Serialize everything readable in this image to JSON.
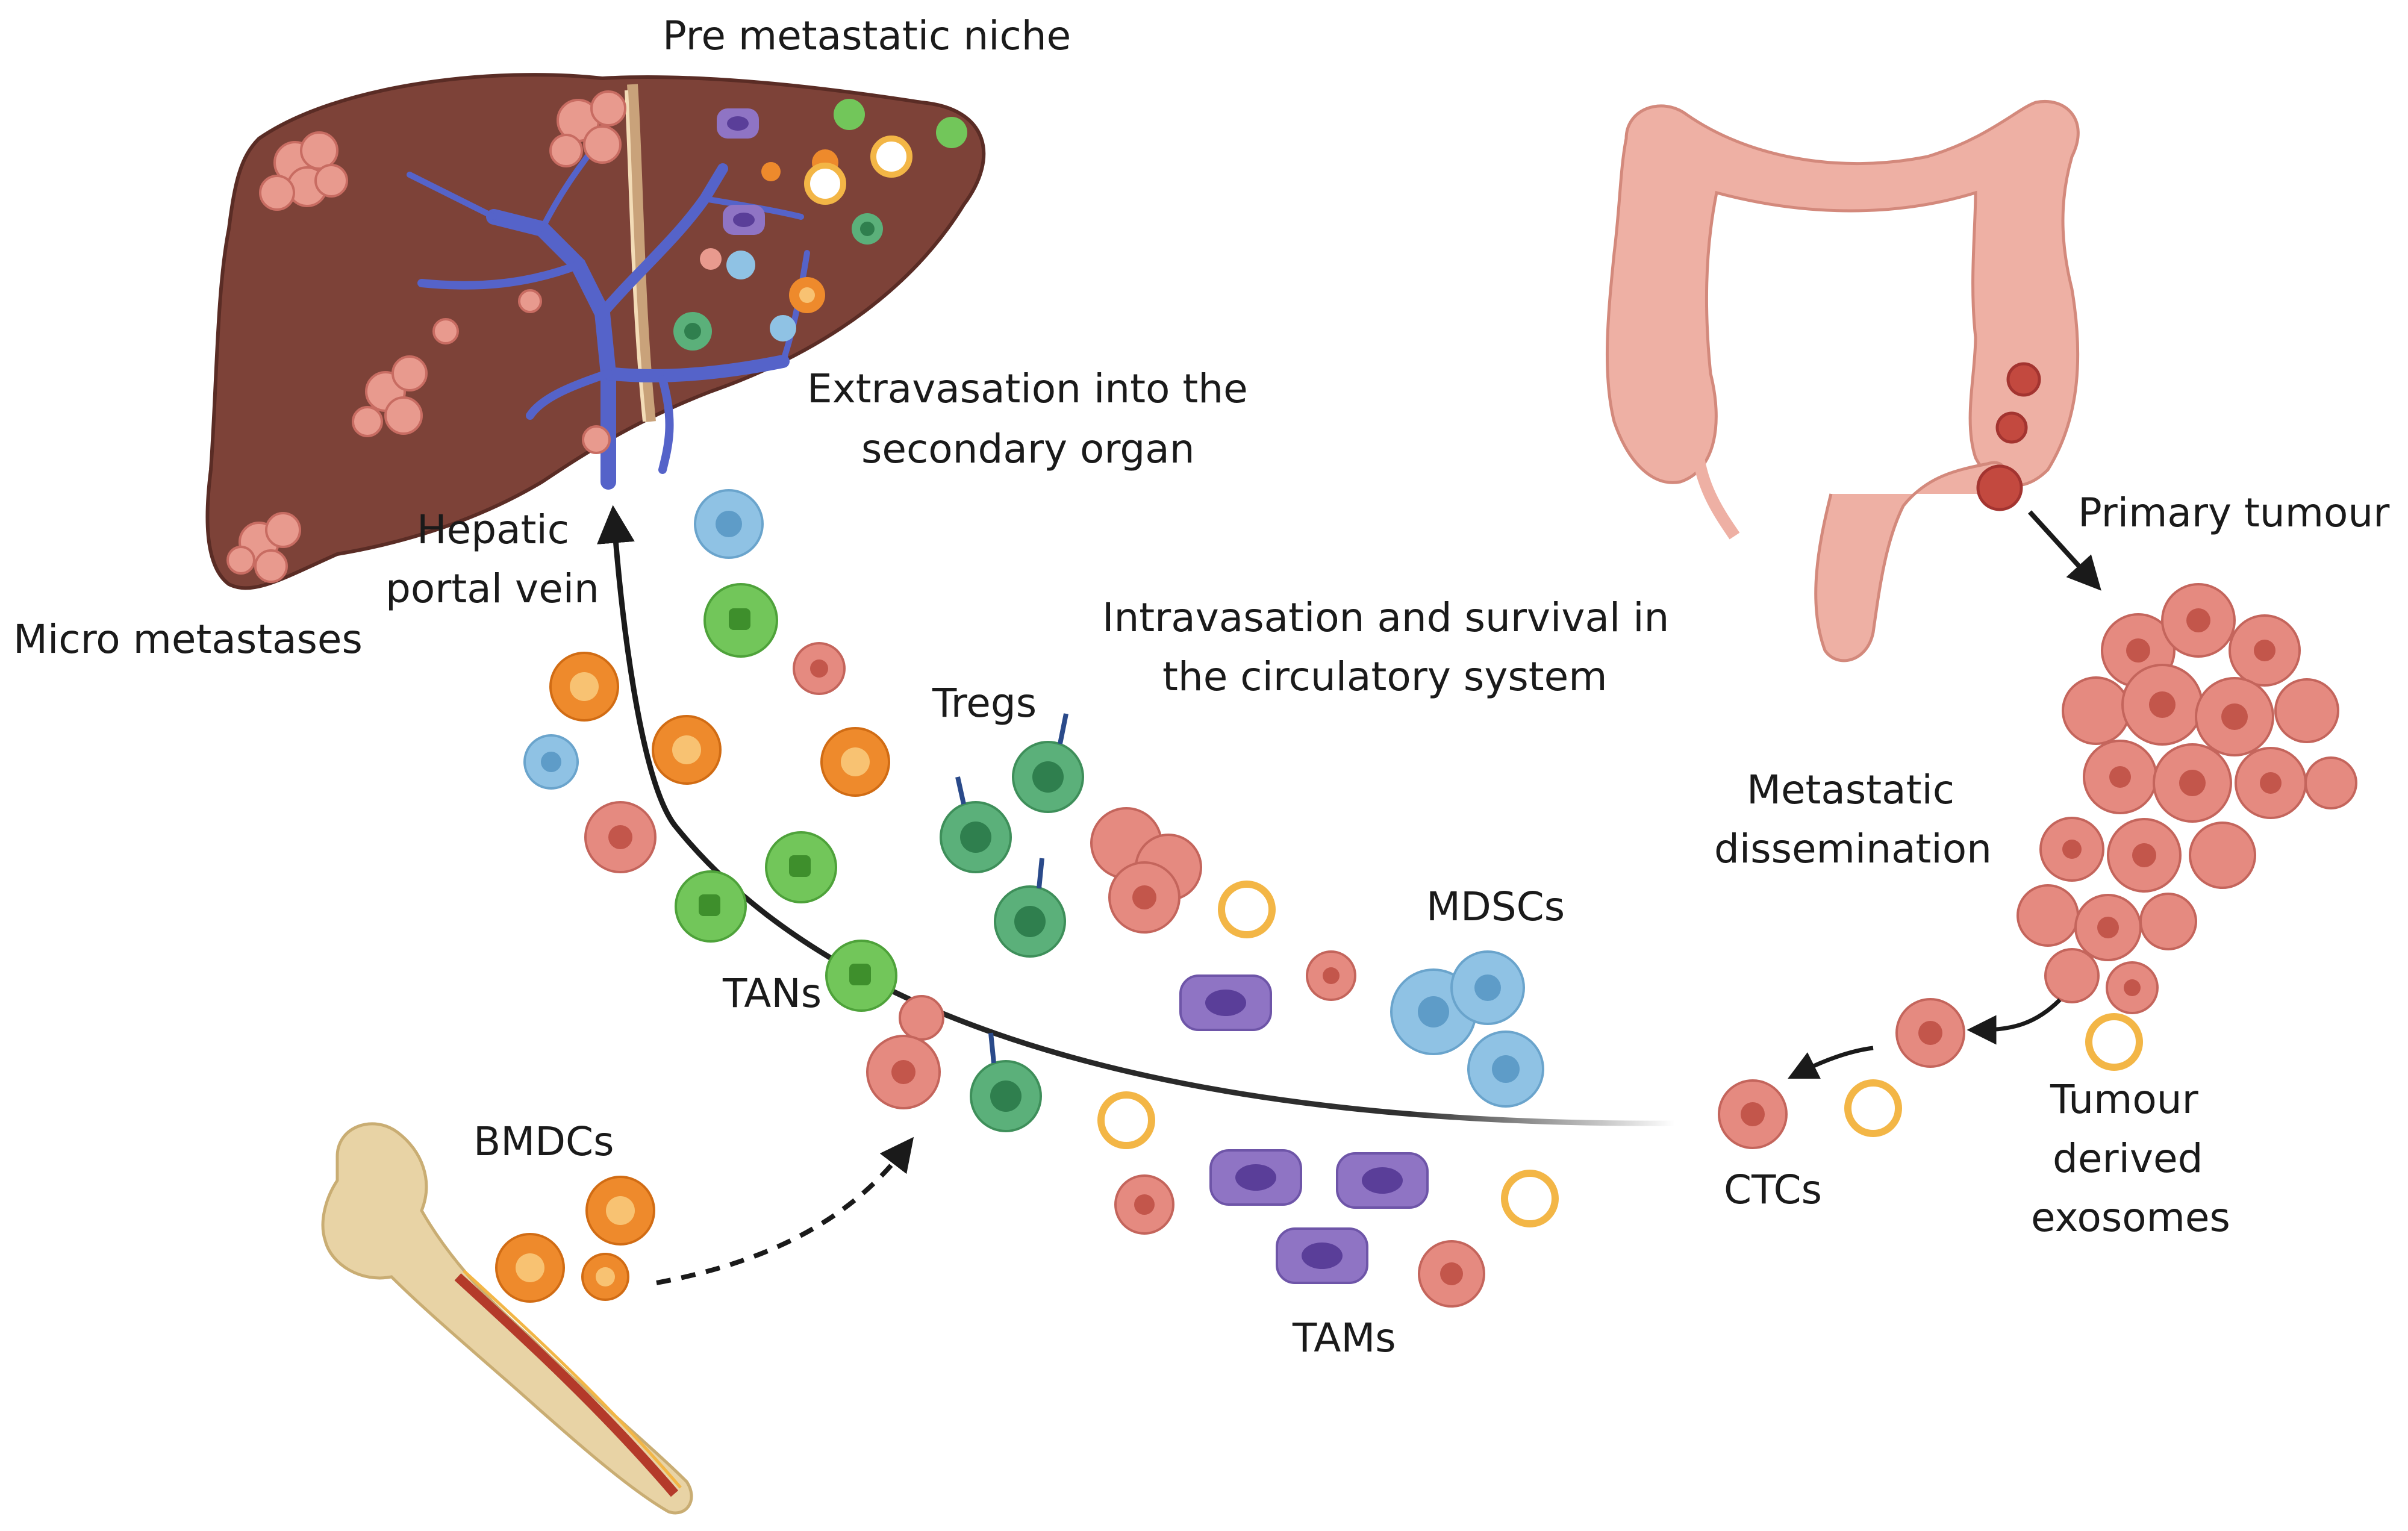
{
  "labels": {
    "pre_metastatic_niche": "Pre metastatic niche",
    "extravasation_line1": "Extravasation into the",
    "extravasation_line2": "secondary organ",
    "hepatic_line1": "Hepatic",
    "hepatic_line2": "portal vein",
    "micro_metastases": "Micro metastases",
    "primary_tumour": "Primary tumour",
    "intravasation_line1": "Intravasation and survival in",
    "intravasation_line2": "the circulatory system",
    "tregs": "Tregs",
    "metastatic_line1": "Metastatic",
    "metastatic_line2": "dissemination",
    "mdscs": "MDSCs",
    "tans": "TANs",
    "bmdcs": "BMDCs",
    "ctcs": "CTCs",
    "tumour_line1": "Tumour",
    "tumour_line2": "derived",
    "tumour_line3": "exosomes",
    "tams": "TAMs"
  },
  "colors": {
    "liver": "#7d4238",
    "colon": "#eeb0a4",
    "tumour_cell": "#e58a80",
    "orange_cell": "#ee8a2c",
    "green_cell": "#72c65a",
    "treg_cell": "#5bb07a",
    "blue_cell": "#8fc2e4",
    "purple_cell": "#8f74c4",
    "exosome": "#f3b646",
    "vein": "#5563c9",
    "bone": "#e8d3a5",
    "arrow": "#1a1a1a"
  },
  "icons": [
    "liver-icon",
    "colon-icon",
    "tumour-mass-icon",
    "femur-bone-icon",
    "cell-icon",
    "exosome-icon",
    "macrophage-icon"
  ]
}
